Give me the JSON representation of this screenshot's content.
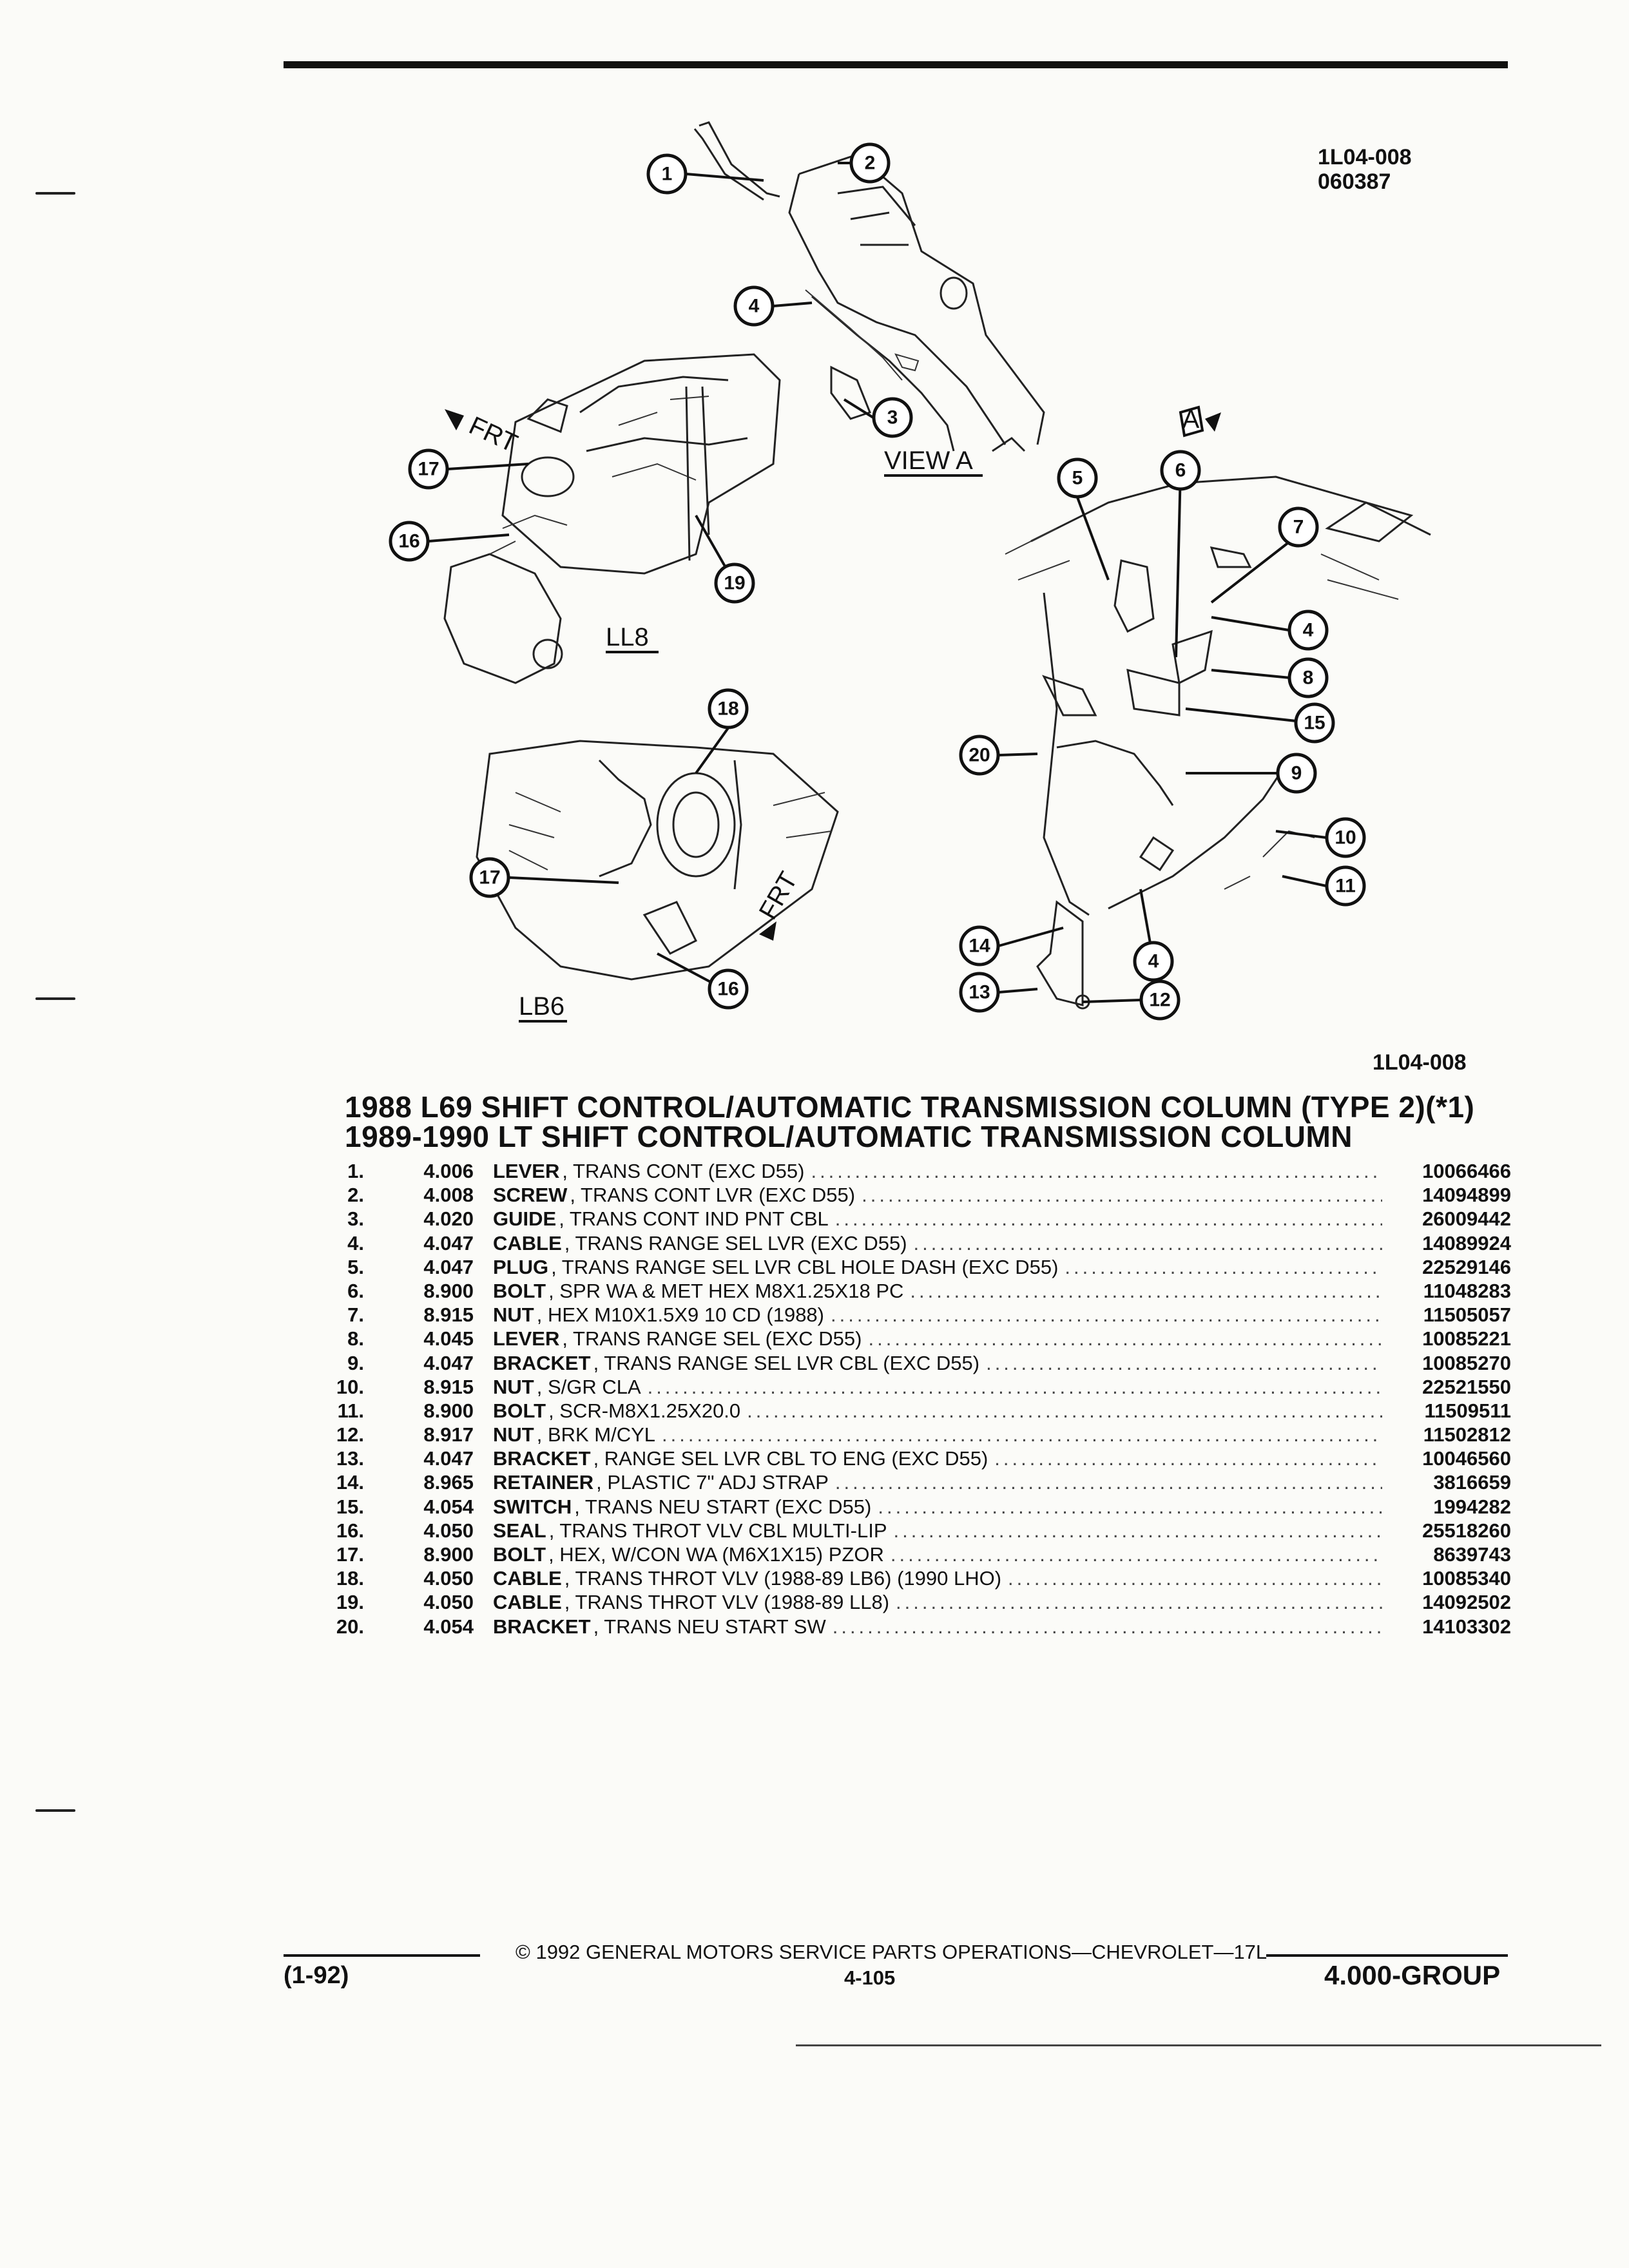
{
  "header": {
    "illustration_code": "1L04-008",
    "illustration_date": "060387",
    "illustration_code_lower": "1L04-008"
  },
  "diagram": {
    "view_a_label": "VIEW A",
    "view_a_marker": "A",
    "ll8_label": "LL8",
    "lb6_label": "LB6",
    "frt_label": "FRT",
    "callouts": [
      "1",
      "2",
      "3",
      "4",
      "5",
      "6",
      "7",
      "8",
      "9",
      "10",
      "11",
      "12",
      "13",
      "14",
      "15",
      "16",
      "17",
      "18",
      "19",
      "20"
    ]
  },
  "section": {
    "title_line1": "1988 L69 SHIFT CONTROL/AUTOMATIC TRANSMISSION COLUMN (TYPE 2)(*1)",
    "title_line2": "1989-1990 LT SHIFT CONTROL/AUTOMATIC TRANSMISSION COLUMN"
  },
  "parts": [
    {
      "num": "1.",
      "group": "4.006",
      "name": "LEVER",
      "detail": ", TRANS CONT (EXC D55)",
      "part": "10066466"
    },
    {
      "num": "2.",
      "group": "4.008",
      "name": "SCREW",
      "detail": ", TRANS CONT LVR (EXC D55)",
      "part": "14094899"
    },
    {
      "num": "3.",
      "group": "4.020",
      "name": "GUIDE",
      "detail": ", TRANS CONT IND PNT CBL",
      "part": "26009442"
    },
    {
      "num": "4.",
      "group": "4.047",
      "name": "CABLE",
      "detail": ", TRANS RANGE SEL LVR (EXC D55)",
      "part": "14089924"
    },
    {
      "num": "5.",
      "group": "4.047",
      "name": "PLUG",
      "detail": ", TRANS RANGE SEL LVR CBL HOLE DASH (EXC D55)",
      "part": "22529146"
    },
    {
      "num": "6.",
      "group": "8.900",
      "name": "BOLT",
      "detail": ", SPR WA & MET HEX M8X1.25X18 PC",
      "part": "11048283"
    },
    {
      "num": "7.",
      "group": "8.915",
      "name": "NUT",
      "detail": ", HEX M10X1.5X9 10 CD (1988)",
      "part": "11505057"
    },
    {
      "num": "8.",
      "group": "4.045",
      "name": "LEVER",
      "detail": ", TRANS RANGE SEL (EXC D55)",
      "part": "10085221"
    },
    {
      "num": "9.",
      "group": "4.047",
      "name": "BRACKET",
      "detail": ", TRANS RANGE SEL LVR CBL (EXC D55)",
      "part": "10085270"
    },
    {
      "num": "10.",
      "group": "8.915",
      "name": "NUT",
      "detail": ", S/GR CLA",
      "part": "22521550"
    },
    {
      "num": "11.",
      "group": "8.900",
      "name": "BOLT",
      "detail": ", SCR-M8X1.25X20.0",
      "part": "11509511"
    },
    {
      "num": "12.",
      "group": "8.917",
      "name": "NUT",
      "detail": ", BRK M/CYL",
      "part": "11502812"
    },
    {
      "num": "13.",
      "group": "4.047",
      "name": "BRACKET",
      "detail": ", RANGE SEL LVR CBL TO ENG (EXC D55)",
      "part": "10046560"
    },
    {
      "num": "14.",
      "group": "8.965",
      "name": "RETAINER",
      "detail": ", PLASTIC 7\" ADJ STRAP",
      "part": "3816659"
    },
    {
      "num": "15.",
      "group": "4.054",
      "name": "SWITCH",
      "detail": ", TRANS NEU START (EXC D55)",
      "part": "1994282"
    },
    {
      "num": "16.",
      "group": "4.050",
      "name": "SEAL",
      "detail": ", TRANS THROT VLV CBL MULTI-LIP",
      "part": "25518260"
    },
    {
      "num": "17.",
      "group": "8.900",
      "name": "BOLT",
      "detail": ", HEX, W/CON WA (M6X1X15) PZOR",
      "part": "8639743"
    },
    {
      "num": "18.",
      "group": "4.050",
      "name": "CABLE",
      "detail": ", TRANS THROT VLV (1988-89 LB6) (1990 LHO)",
      "part": "10085340"
    },
    {
      "num": "19.",
      "group": "4.050",
      "name": "CABLE",
      "detail": ", TRANS THROT VLV (1988-89 LL8)",
      "part": "14092502"
    },
    {
      "num": "20.",
      "group": "4.054",
      "name": "BRACKET",
      "detail": ", TRANS NEU START SW",
      "part": "14103302"
    }
  ],
  "footer": {
    "copyright": "© 1992 GENERAL MOTORS SERVICE PARTS OPERATIONS—CHEVROLET—17L",
    "date": "(1-92)",
    "page": "4-105",
    "group": "4.000-GROUP"
  }
}
